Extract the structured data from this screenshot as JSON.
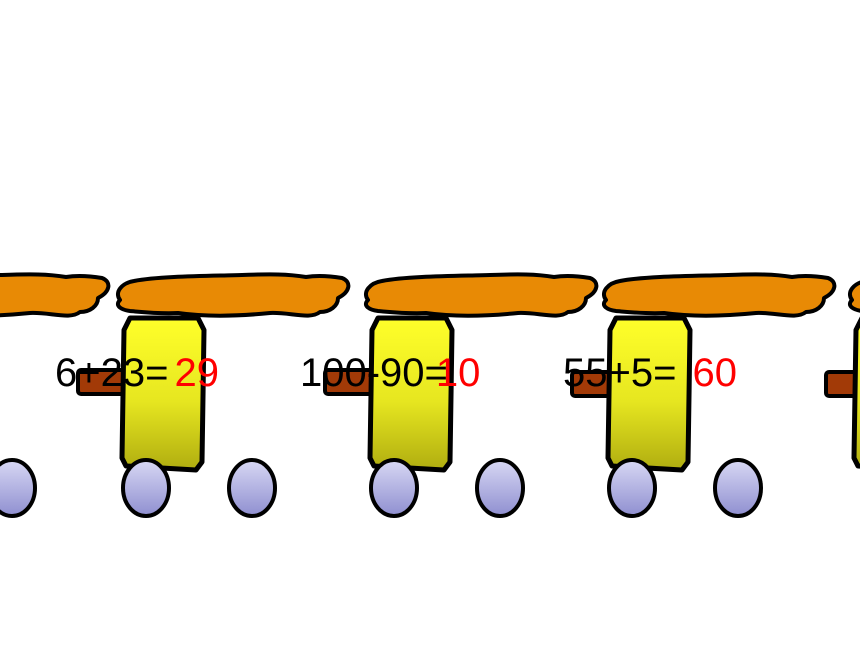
{
  "colors": {
    "background": "#ffffff",
    "car_body_top": "#ffff2a",
    "car_body_bottom": "#b0ad10",
    "cargo": "#e88a05",
    "coupler": "#a23a07",
    "wheel_top": "#d8d8f4",
    "wheel_bottom": "#8f8fd0",
    "outline": "#000000",
    "problem_text": "#000000",
    "answer_text": "#ff0000"
  },
  "equations": [
    {
      "problem": "6+23=",
      "answer": "29"
    },
    {
      "problem": "100-90=",
      "answer": "10"
    },
    {
      "problem": "55+5=",
      "answer": "60"
    }
  ]
}
